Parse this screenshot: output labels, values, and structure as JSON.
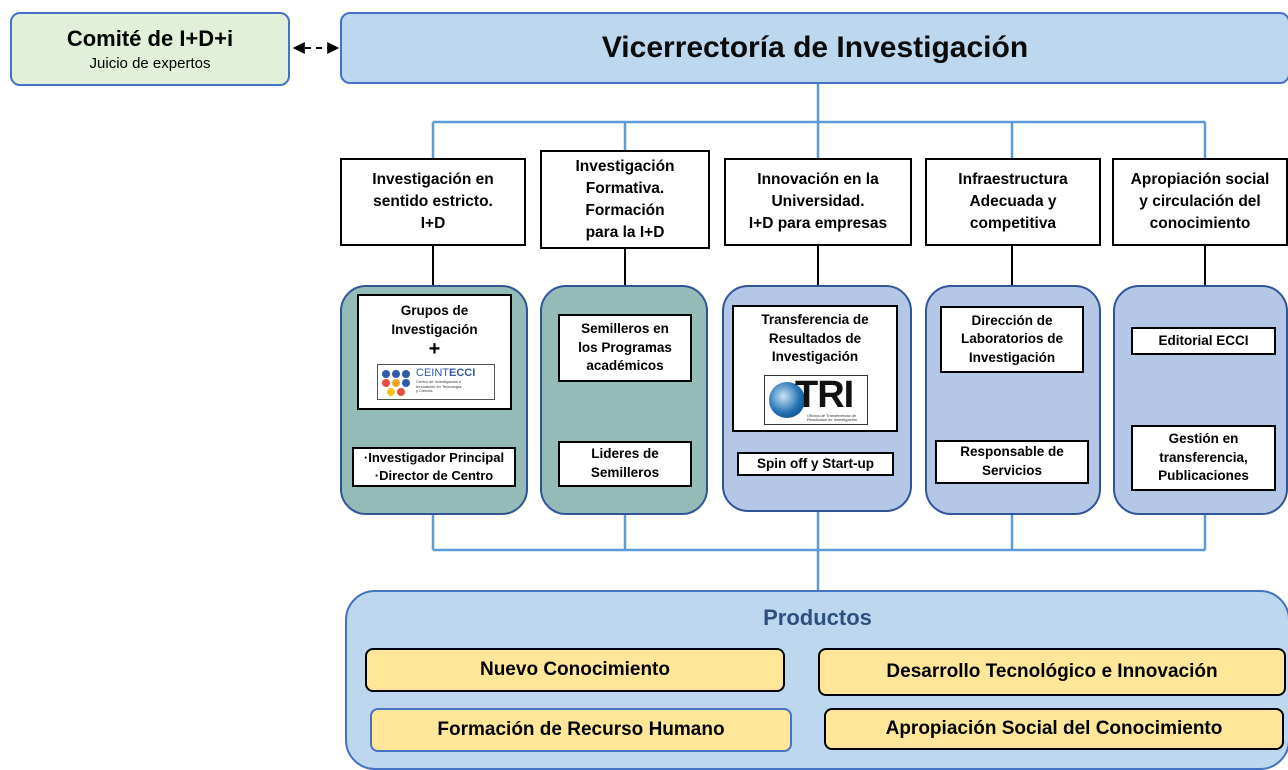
{
  "committee": {
    "title": "Comité de I+D+i",
    "subtitle": "Juicio de expertos"
  },
  "vicerrectoria": "Vicerrectoría de Investigación",
  "columns": [
    {
      "header": [
        "Investigación en",
        "sentido estricto.",
        "I+D"
      ]
    },
    {
      "header": [
        "Investigación",
        "Formativa.",
        "Formación",
        "para la I+D"
      ]
    },
    {
      "header": [
        "Innovación en la",
        "Universidad.",
        "I+D para empresas"
      ]
    },
    {
      "header": [
        "Infraestructura",
        "Adecuada y",
        "competitiva"
      ]
    },
    {
      "header": [
        "Apropiación social",
        "y circulación del",
        "conocimiento"
      ]
    }
  ],
  "panels": {
    "groups": {
      "title": [
        "Grupos de",
        "Investigación"
      ],
      "plus": "+",
      "logo_light": "CEINT",
      "logo_bold": "ECCI",
      "logo_caption": [
        "Centro de Investigación e",
        "Innovación en Tecnología",
        "y Ciencia"
      ],
      "roles": [
        "·Investigador Principal",
        "·Director de Centro"
      ]
    },
    "semilleros": {
      "top": [
        "Semilleros en",
        "los Programas",
        "académicos"
      ],
      "bottom": [
        "Lideres de",
        "Semilleros"
      ]
    },
    "transfer": {
      "top": [
        "Transferencia de",
        "Resultados de",
        "Investigación"
      ],
      "logo_text": "TRI",
      "logo_caption": [
        "Oficina de Transferencia de",
        "Resultados de Investigación"
      ],
      "bottom": "Spin off y Start-up"
    },
    "labs": {
      "top": [
        "Dirección de",
        "Laboratorios de",
        "Investigación"
      ],
      "bottom": [
        "Responsable de",
        "Servicios"
      ]
    },
    "editorial": {
      "top": "Editorial ECCI",
      "bottom": [
        "Gestión en",
        "transferencia,",
        "Publicaciones"
      ]
    }
  },
  "products": {
    "title": "Productos",
    "items": [
      "Nuevo Conocimiento",
      "Desarrollo Tecnológico e Innovación",
      "Formación de Recurso Humano",
      "Apropiación Social del Conocimiento"
    ]
  },
  "colors": {
    "committee_bg": "#e2efd9",
    "header_bg": "#bdd7ee",
    "teal_panel": "#95bbb9",
    "lavender_panel": "#b4c7e7",
    "product_box": "#ffe699",
    "connector": "#5b9bd5"
  }
}
